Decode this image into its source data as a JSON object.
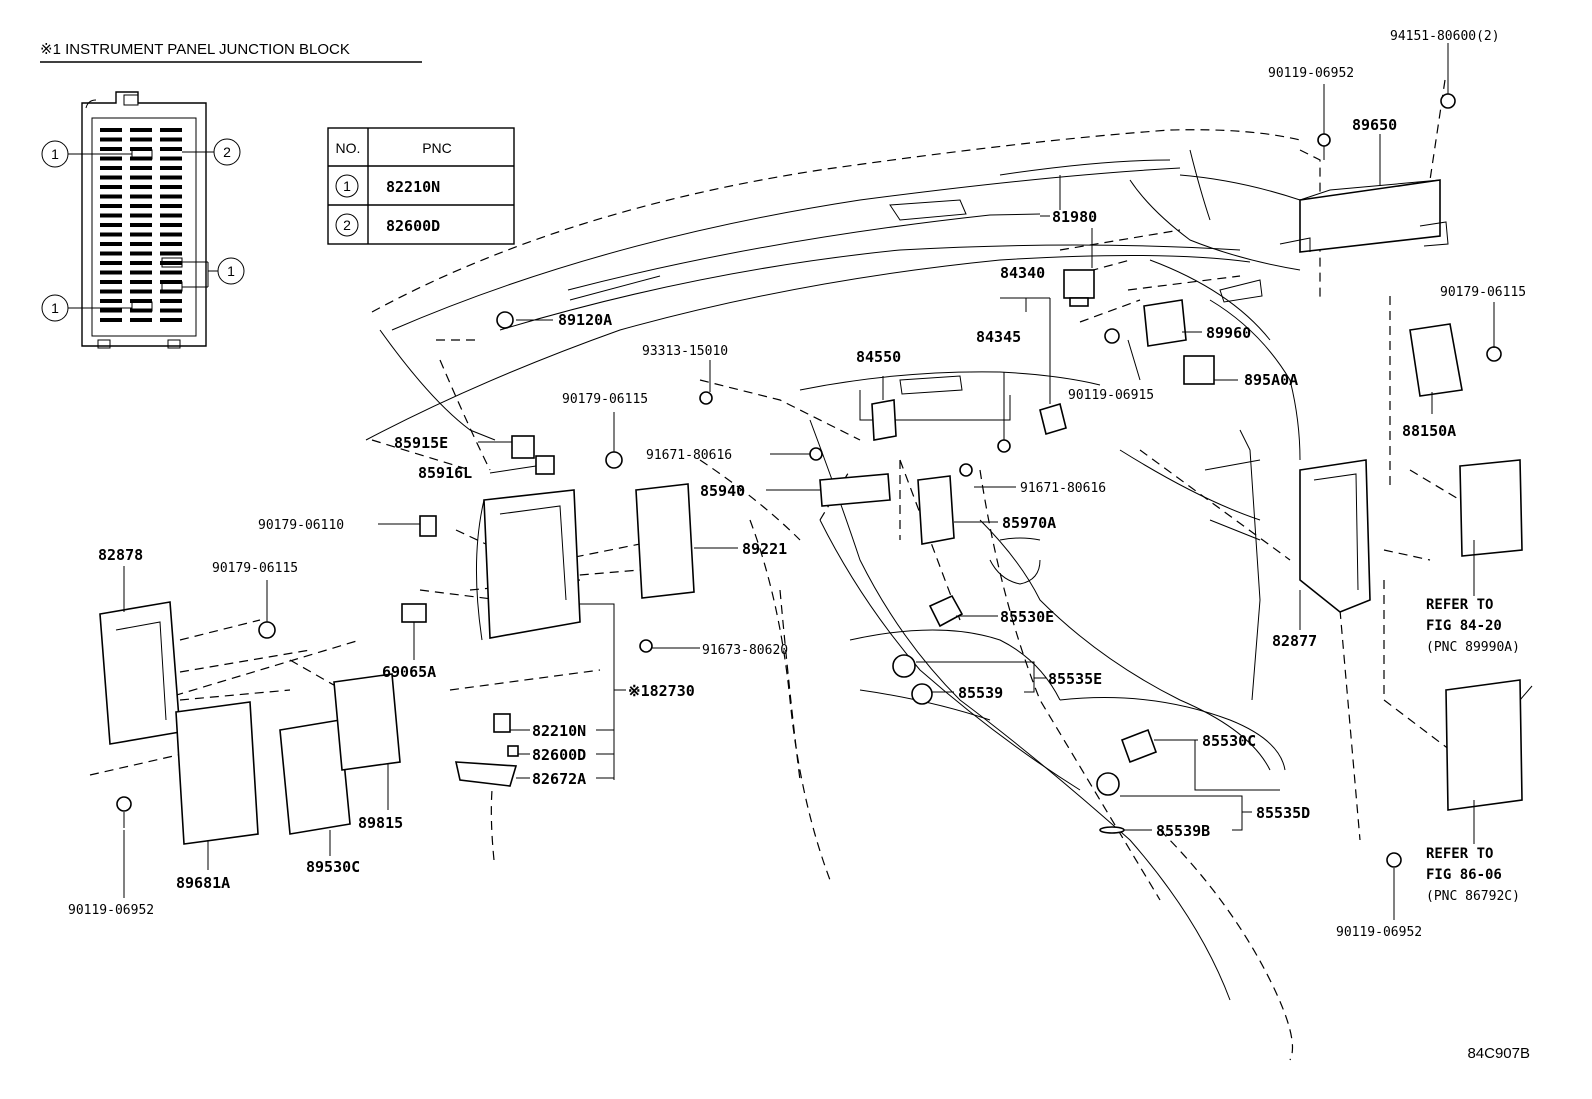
{
  "title": "※1 INSTRUMENT PANEL JUNCTION BLOCK",
  "pnc_table": {
    "header_no": "NO.",
    "header_pnc": "PNC",
    "rows": [
      {
        "no": "1",
        "pnc": "82210N"
      },
      {
        "no": "2",
        "pnc": "82600D"
      }
    ]
  },
  "junction_block_markers": [
    "1",
    "2",
    "1",
    "1"
  ],
  "parts": {
    "p94151": "94151-80600(2)",
    "p90119_top": "90119-06952",
    "p89650": "89650",
    "p81980": "81980",
    "p84340": "84340",
    "p84345": "84345",
    "p89120A": "89120A",
    "p89960": "89960",
    "p90179_r": "90179-06115",
    "p93313": "93313-15010",
    "p84550": "84550",
    "p90119_06915": "90119-06915",
    "p895A0A": "895A0A",
    "p88150A": "88150A",
    "p90179_mid": "90179-06115",
    "p85915E": "85915E",
    "p91671_a": "91671-80616",
    "p85916L": "85916L",
    "p85940": "85940",
    "p91671_b": "91671-80616",
    "p90179_06110": "90179-06110",
    "p85970A": "85970A",
    "p89221": "89221",
    "p82878": "82878",
    "p90179_left": "90179-06115",
    "p85530E": "85530E",
    "p91673": "91673-80620",
    "p69065A": "69065A",
    "p85535E": "85535E",
    "p85539": "85539",
    "p182730": "※182730",
    "p82877": "82877",
    "p82210N": "82210N",
    "p85530C": "85530C",
    "p82600D": "82600D",
    "p82672A": "82672A",
    "p85535D": "85535D",
    "p89815": "89815",
    "p85539B": "85539B",
    "p89530C": "89530C",
    "p89681A": "89681A",
    "p90119_left": "90119-06952",
    "p90119_right": "90119-06952"
  },
  "refs": {
    "r1_line1": "REFER TO",
    "r1_line2": "FIG 84-20",
    "r1_line3": "(PNC 89990A)",
    "r2_line1": "REFER TO",
    "r2_line2": "FIG 86-06",
    "r2_line3": "(PNC 86792C)"
  },
  "figure_code": "84C907B"
}
